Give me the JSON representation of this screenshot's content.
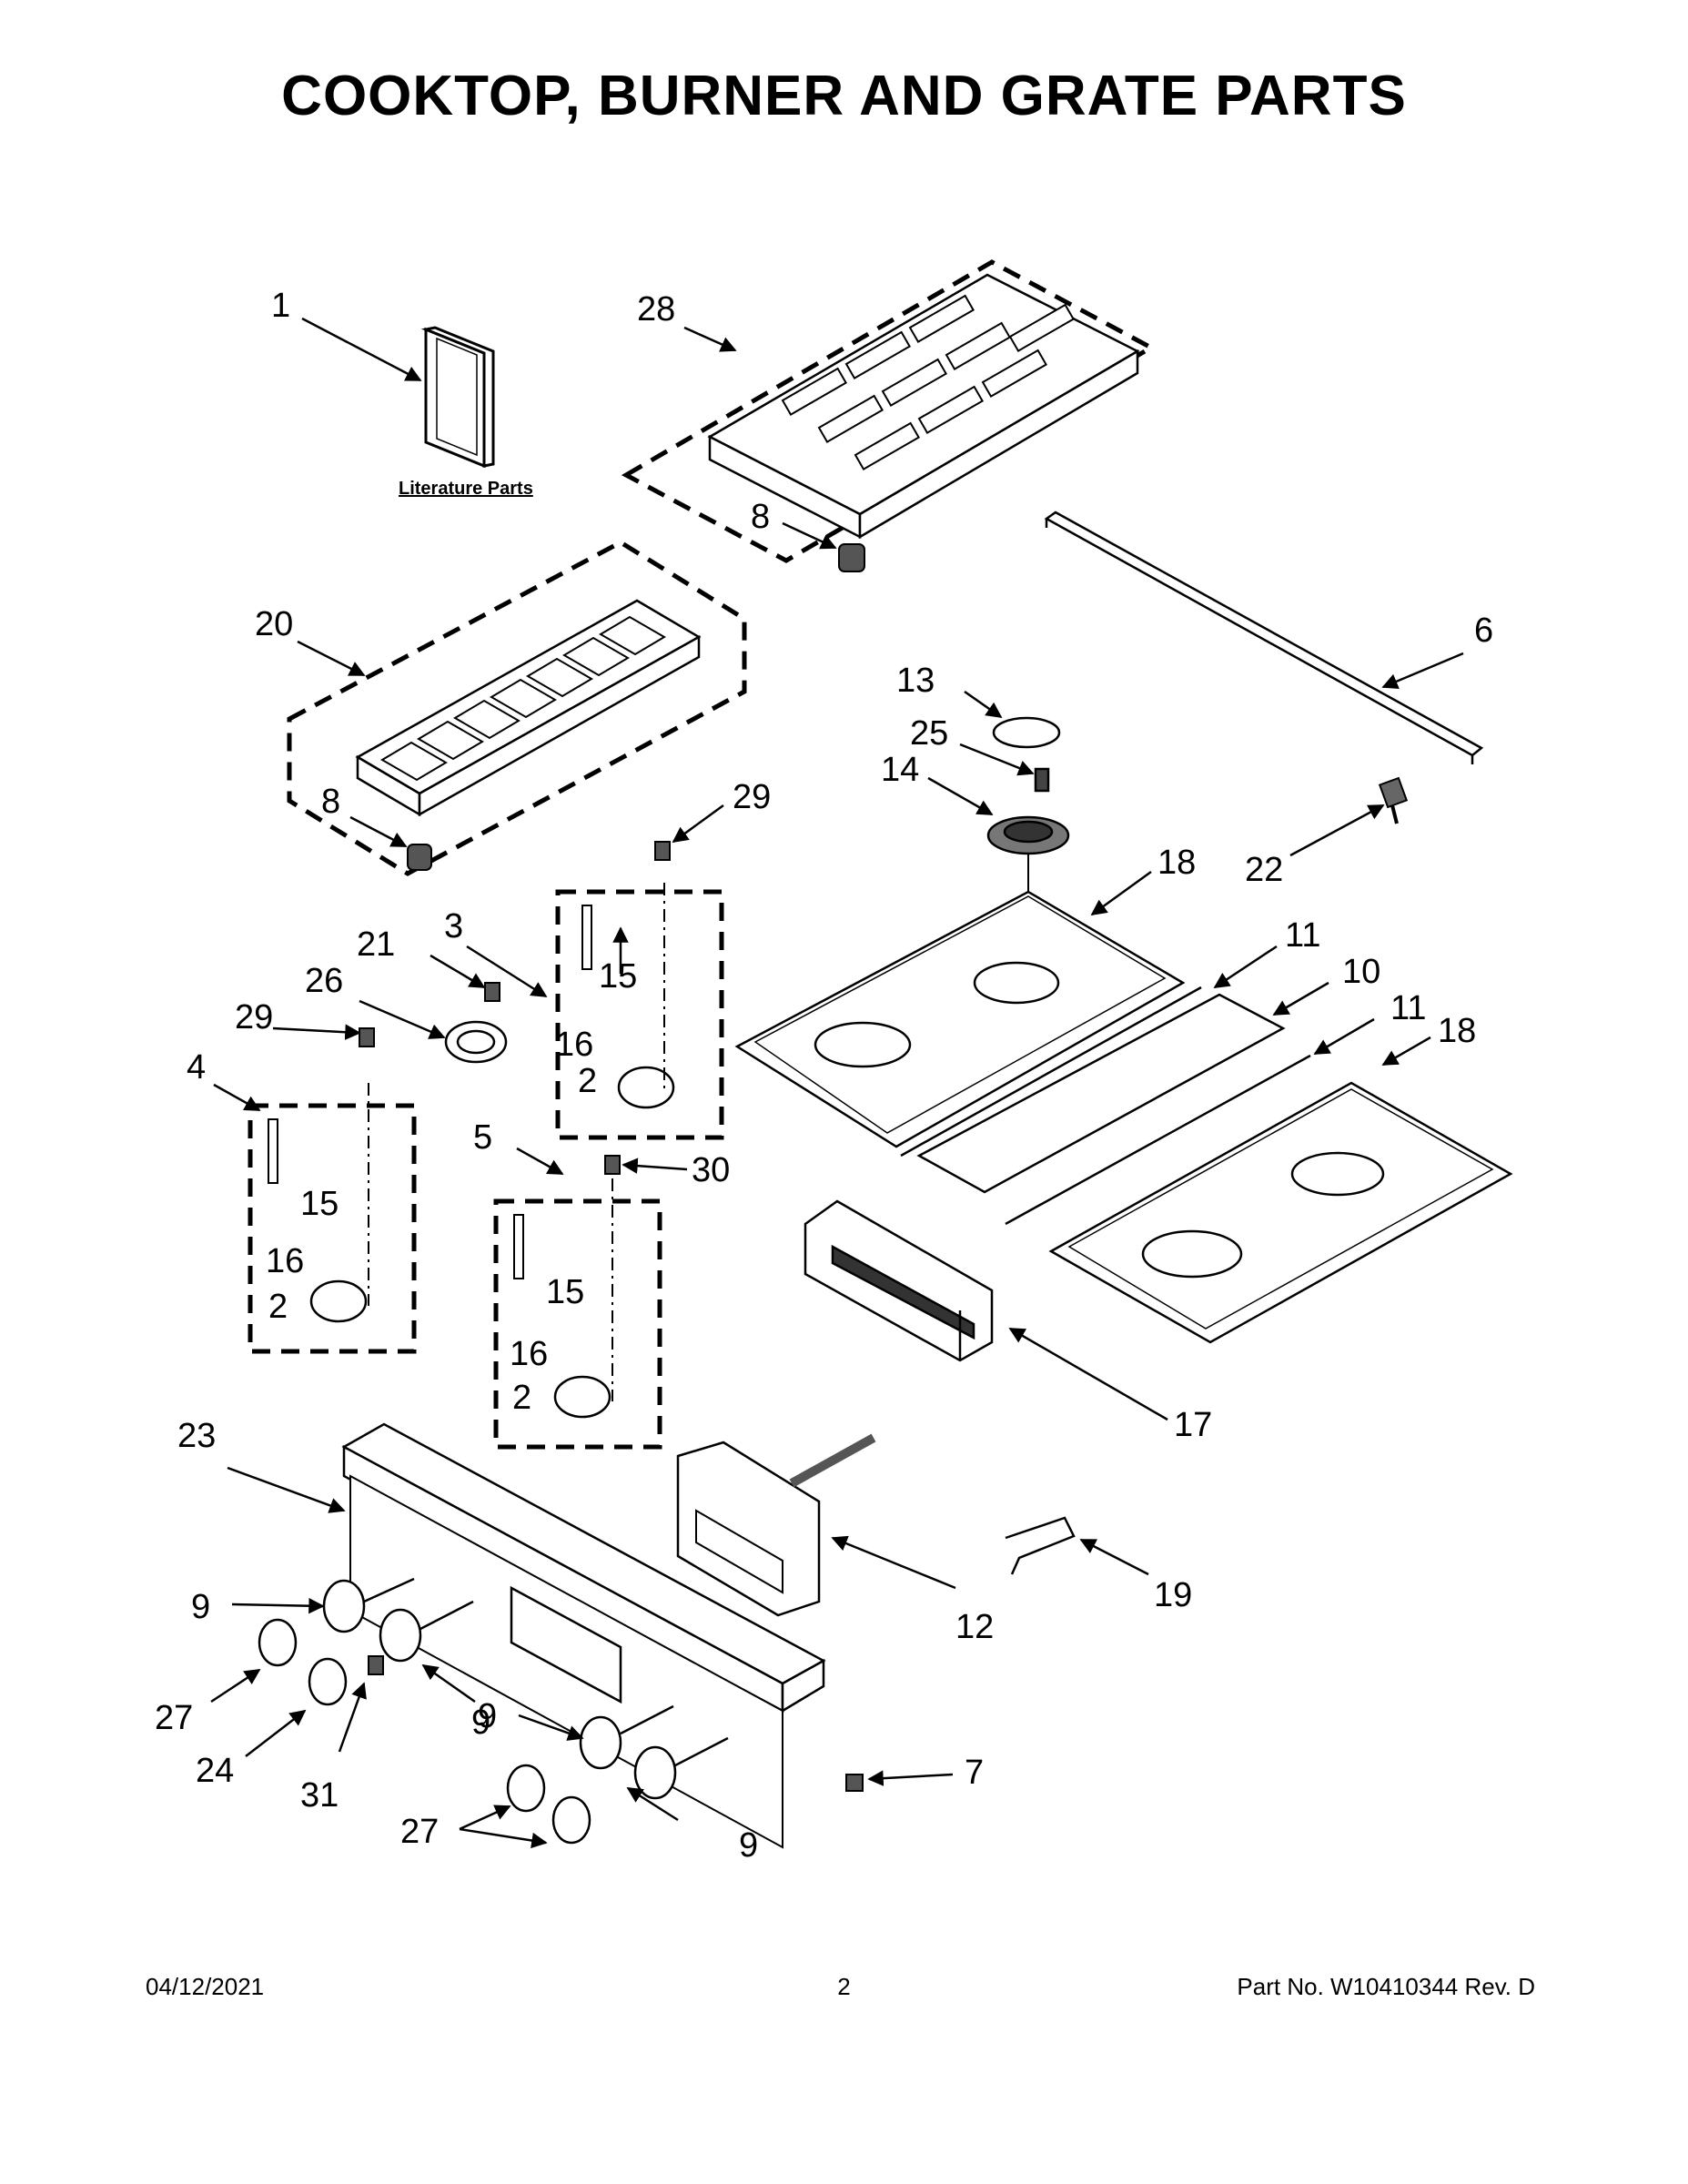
{
  "title": "COOKTOP, BURNER AND GRATE PARTS",
  "literature_label": "Literature Parts",
  "callouts": {
    "c1": "1",
    "c28": "28",
    "c8a": "8",
    "c6": "6",
    "c20": "20",
    "c8b": "8",
    "c13": "13",
    "c25": "25",
    "c14": "14",
    "c29a": "29",
    "c22": "22",
    "c18a": "18",
    "c21": "21",
    "c3": "3",
    "c26": "26",
    "c15a": "15",
    "c11a": "11",
    "c10": "10",
    "c11b": "11",
    "c18b": "18",
    "c29b": "29",
    "c4": "4",
    "c16a": "16",
    "c2a": "2",
    "c15b": "15",
    "c5": "5",
    "c30": "30",
    "c16b": "16",
    "c2b": "2",
    "c15c": "15",
    "c16c": "16",
    "c2c": "2",
    "c17": "17",
    "c23": "23",
    "c12": "12",
    "c19": "19",
    "c9a": "9",
    "c9b": "9",
    "c9c": "9",
    "c9d": "9",
    "c27a": "27",
    "c24": "24",
    "c31": "31",
    "c7": "7",
    "c27b": "27"
  },
  "footer": {
    "date": "04/12/2021",
    "page": "2",
    "part": "Part No.  W10410344  Rev.  D"
  }
}
